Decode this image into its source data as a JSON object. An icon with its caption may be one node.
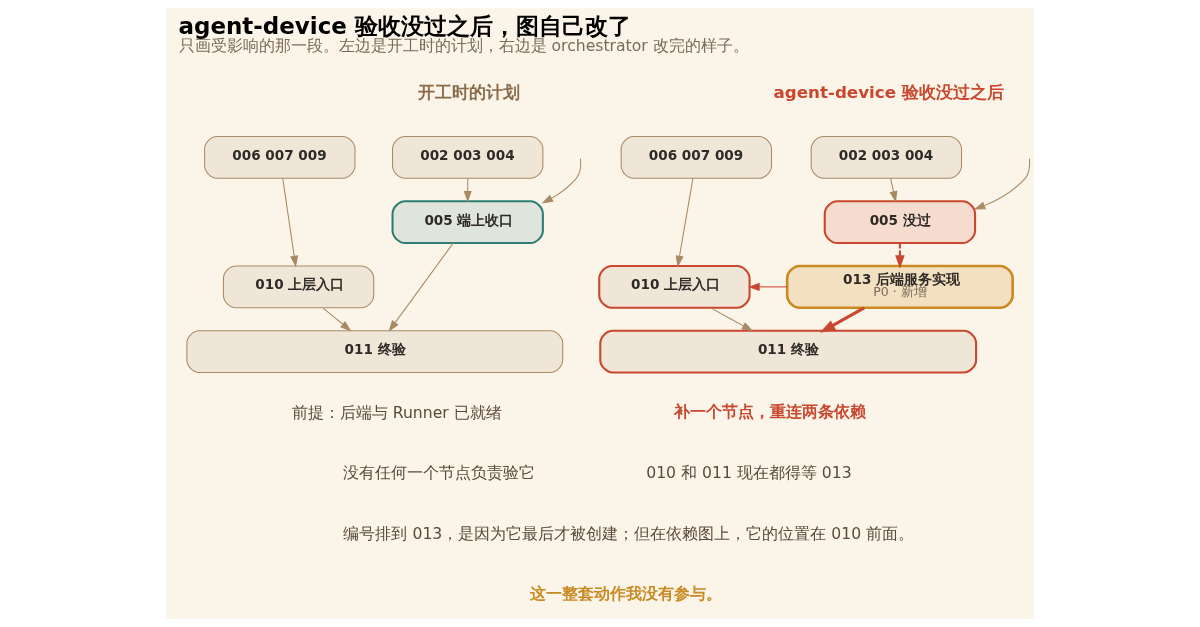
{
  "diagram": {
    "title": "agent-device 验收没过之后，图自己改了",
    "caption": "只画受影响的那一段。左边是开工时的计划，右边是 orchestrator 改完的样子。",
    "nodes": [
      {
        "text": [
          "002 003 004"
        ]
      },
      {
        "text": [
          "006 007 009"
        ]
      },
      {
        "text": [
          "005 端上收口"
        ]
      },
      {
        "text": [
          "010 上层入口"
        ]
      },
      {
        "text": [
          "011 终验"
        ]
      },
      {
        "text": [
          "002 003 004"
        ]
      },
      {
        "text": [
          "006 007 009"
        ]
      },
      {
        "text": [
          "005 没过"
        ]
      },
      {
        "text": [
          "013 后端服务实现",
          "P0 · 新增"
        ]
      },
      {
        "text": [
          "010 上层入口"
        ]
      },
      {
        "text": [
          "011 终验"
        ]
      }
    ],
    "edges": [
      {
        "from": 0,
        "to": 2,
        "arrow": "to"
      },
      {
        "from": null,
        "to": 2,
        "arrow": "to"
      },
      {
        "from": 1,
        "to": 3,
        "arrow": "to"
      },
      {
        "from": 2,
        "to": 4,
        "arrow": "to"
      },
      {
        "from": 3,
        "to": 4,
        "arrow": "to"
      },
      {
        "from": 5,
        "to": 7,
        "arrow": "to"
      },
      {
        "from": null,
        "to": 7,
        "arrow": "to"
      },
      {
        "from": 6,
        "to": 9,
        "arrow": "to"
      },
      {
        "from": 7,
        "to": 8,
        "arrow": "to",
        "style": "dashed",
        "color": "#c8472e"
      },
      {
        "from": 8,
        "to": 9,
        "arrow": "to",
        "color": "#c8472e"
      },
      {
        "from": 8,
        "to": 10,
        "arrow": "to",
        "style": "thick",
        "color": "#c8472e"
      },
      {
        "from": 9,
        "to": 10,
        "arrow": "to"
      }
    ],
    "labels": [
      "开工时的计划",
      "agent-device 验收没过之后",
      "前提：后端与 Runner 已就绪",
      "没有任何一个节点负责验它",
      "补一个节点，重连两条依赖",
      "010 和 011 现在都得等 013",
      "编号排到 013，是因为它最后才被创建；但在依赖图上，它的位置在 010 前面。",
      "这一整套动作我没有参与。"
    ]
  }
}
